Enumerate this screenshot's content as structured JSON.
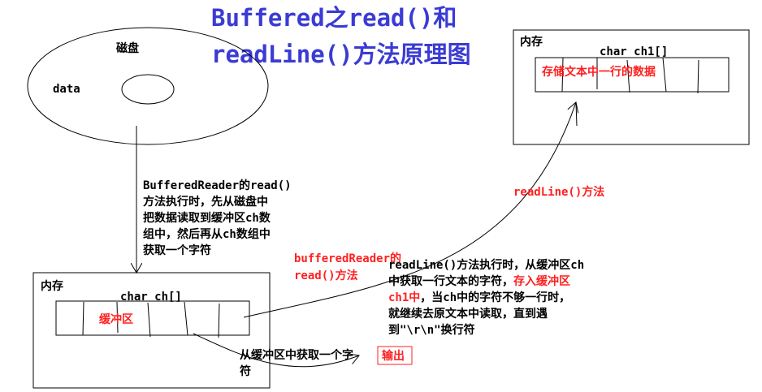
{
  "title": {
    "line1": "Buffered之read()和",
    "line2": "readLine()方法原理图",
    "color": "#3b3bd4"
  },
  "disk": {
    "label": "磁盘",
    "data_label": "data"
  },
  "read_desc": [
    "BufferedReader的read()",
    "方法执行时，先从磁盘中",
    "把数据读取到缓冲区ch数",
    "组中，然后再从ch数组中",
    "获取一个字符"
  ],
  "memory_left": {
    "label": "内存",
    "array_label": "char ch[]",
    "buffer_label": "缓冲区"
  },
  "memory_right": {
    "label": "内存",
    "array_label": "char ch1[]",
    "content_label": "存储文本中一行的数据"
  },
  "readline_method_label": "readLine()方法",
  "buffered_read_label": {
    "line1": "bufferedReader的",
    "line2": "read()方法"
  },
  "readline_desc": {
    "line1": "readLine()方法执行时，从缓冲区ch",
    "line2a": "中获取一行文本的字符，",
    "line2b": "存入缓冲区",
    "line3a": "ch1中",
    "line3b": "，当ch中的字符不够一行时，",
    "line4": "就继续去原文本中读取，直到遇",
    "line5": "到\"\\r\\n\"换行符"
  },
  "get_char": {
    "line1": "从缓冲区中获取一个字",
    "line2": "符"
  },
  "output_label": "输出",
  "accent_red": "#ff2020"
}
